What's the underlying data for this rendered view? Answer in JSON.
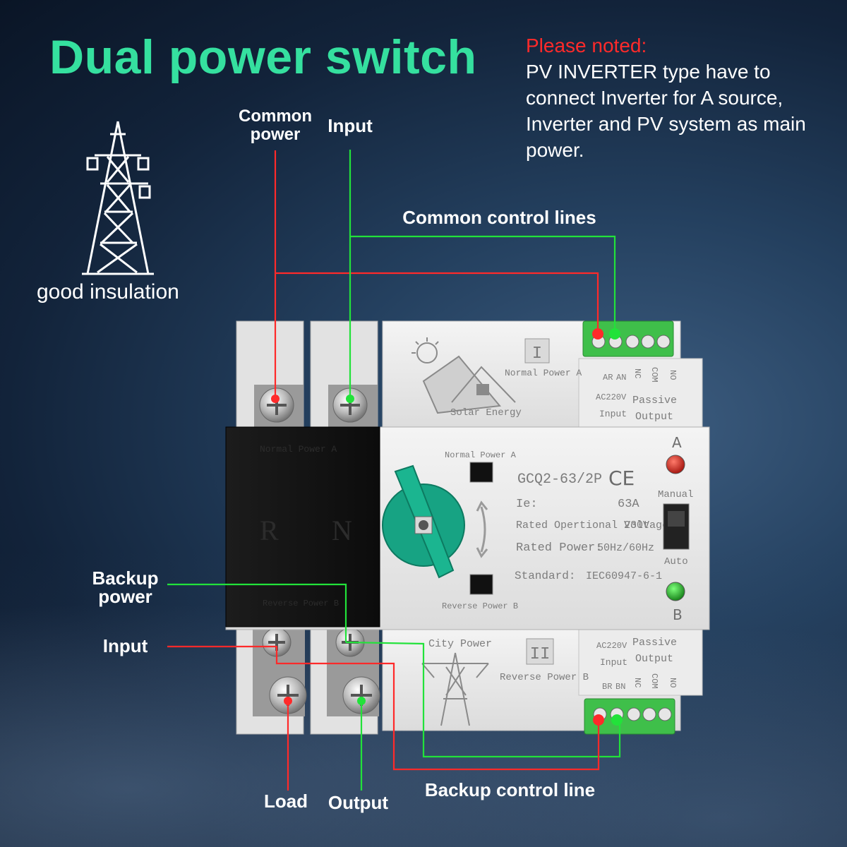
{
  "title": "Dual power switch",
  "note": {
    "heading": "Please noted:",
    "body": "PV INVERTER type have to connect Inverter for A source, Inverter and PV system as main power."
  },
  "insulation_label": "good insulation",
  "callouts": {
    "common_power": "Common power",
    "input_top": "Input",
    "common_control_lines": "Common control lines",
    "backup_power": "Backup power",
    "input_bottom": "Input",
    "load": "Load",
    "output": "Output",
    "backup_control_line": "Backup control line"
  },
  "device": {
    "top_panel": {
      "roman": "I",
      "normal_power": "Normal Power A",
      "solar": "Solar Energy",
      "terminals": [
        "AR",
        "AN",
        "NC",
        "COM",
        "NO"
      ],
      "input_label_1": "AC220V",
      "input_label_2": "Input",
      "passive_1": "Passive",
      "passive_2": "Output"
    },
    "bottom_panel": {
      "roman": "II",
      "city_power": "City Power",
      "reverse_power": "Reverse Power B",
      "terminals": [
        "BR",
        "BN",
        "NC",
        "COM",
        "NO"
      ],
      "input_label_1": "AC220V",
      "input_label_2": "Input",
      "passive_1": "Passive",
      "passive_2": "Output"
    },
    "black_block": {
      "top_text": "Normal Power A",
      "r": "R",
      "n": "N",
      "bottom_text": "Reverse Power B"
    },
    "front": {
      "window_top_label": "Normal Power A",
      "window_bottom_label": "Reverse Power B",
      "model": "GCQ2-63/2P",
      "ce": "CE",
      "ie_label": "Ie:",
      "ie_value": "63A",
      "voltage_label": "Rated Opertional Voltage:",
      "voltage_value": "230V",
      "power_label": "Rated Power:",
      "power_value": "50Hz/60Hz",
      "standard_label": "Standard:",
      "standard_value": "IEC60947-6-1",
      "led_a": "A",
      "led_b": "B",
      "manual": "Manual",
      "auto": "Auto"
    }
  },
  "colors": {
    "title_green": "#35e09f",
    "note_red": "#ff2a2a",
    "wire_red": "#ff2a2a",
    "wire_green": "#22e23a",
    "knob_teal": "#17a383",
    "terminal_green": "#3fbf4a"
  }
}
